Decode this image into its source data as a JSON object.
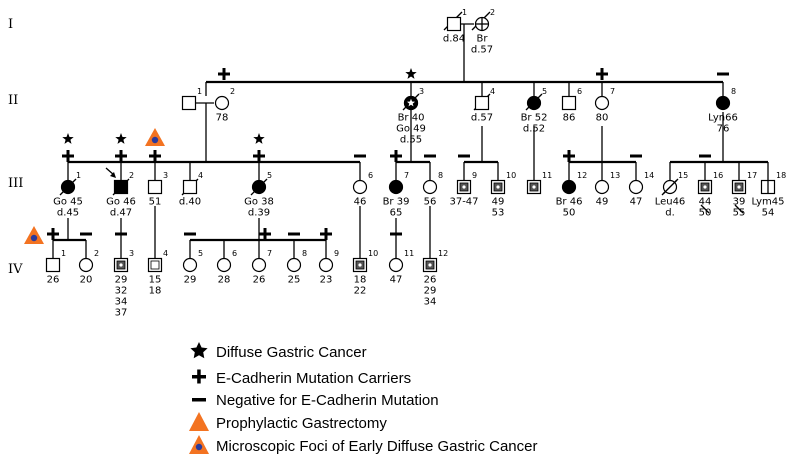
{
  "generations": [
    "I",
    "II",
    "III",
    "IV"
  ],
  "individuals": {
    "I": [
      {
        "id": "I-1",
        "num": "1",
        "sex": "M",
        "labels": [
          "d.84"
        ]
      },
      {
        "id": "I-2",
        "num": "2",
        "sex": "F",
        "labels": [
          "Br",
          "d.57"
        ]
      }
    ],
    "II": [
      {
        "id": "II-1",
        "num": "1",
        "sex": "M",
        "labels": []
      },
      {
        "id": "II-2",
        "num": "2",
        "sex": "F",
        "labels": [
          "78"
        ]
      },
      {
        "id": "II-3",
        "num": "3",
        "sex": "F",
        "labels": [
          "Br 40",
          "Go 49",
          "d.55"
        ]
      },
      {
        "id": "II-4",
        "num": "4",
        "sex": "M",
        "labels": [
          "d.57"
        ]
      },
      {
        "id": "II-5",
        "num": "5",
        "sex": "F",
        "labels": [
          "Br 52",
          "d.52"
        ]
      },
      {
        "id": "II-6",
        "num": "6",
        "sex": "M",
        "labels": [
          "86"
        ]
      },
      {
        "id": "II-7",
        "num": "7",
        "sex": "F",
        "labels": [
          "80"
        ]
      },
      {
        "id": "II-8",
        "num": "8",
        "sex": "F",
        "labels": [
          "Lyn66",
          "76"
        ]
      }
    ],
    "III": [
      {
        "id": "III-1",
        "num": "1",
        "sex": "F",
        "labels": [
          "Go 45",
          "d.45"
        ]
      },
      {
        "id": "III-2",
        "num": "2",
        "sex": "M",
        "labels": [
          "Go 46",
          "d.47"
        ]
      },
      {
        "id": "III-3",
        "num": "3",
        "sex": "M",
        "labels": [
          "51"
        ]
      },
      {
        "id": "III-4",
        "num": "4",
        "sex": "M",
        "labels": [
          "d.40"
        ]
      },
      {
        "id": "III-5",
        "num": "5",
        "sex": "F",
        "labels": [
          "Go 38",
          "d.39"
        ]
      },
      {
        "id": "III-6",
        "num": "6",
        "sex": "F",
        "labels": [
          "46"
        ]
      },
      {
        "id": "III-7",
        "num": "7",
        "sex": "F",
        "labels": [
          "Br 39",
          "65"
        ]
      },
      {
        "id": "III-8",
        "num": "8",
        "sex": "F",
        "labels": [
          "56"
        ]
      },
      {
        "id": "III-9",
        "num": "9",
        "sex": "?",
        "labels": [
          "37-47"
        ]
      },
      {
        "id": "III-10",
        "num": "10",
        "sex": "?",
        "labels": [
          "49",
          "53"
        ]
      },
      {
        "id": "III-11",
        "num": "11",
        "sex": "?",
        "labels": []
      },
      {
        "id": "III-12",
        "num": "12",
        "sex": "F",
        "labels": [
          "Br 46",
          "50"
        ]
      },
      {
        "id": "III-13",
        "num": "13",
        "sex": "F",
        "labels": [
          "49"
        ]
      },
      {
        "id": "III-14",
        "num": "14",
        "sex": "F",
        "labels": [
          "47"
        ]
      },
      {
        "id": "III-15",
        "num": "15",
        "sex": "F",
        "labels": [
          "Leu46",
          "d."
        ]
      },
      {
        "id": "III-16",
        "num": "16",
        "sex": "?",
        "labels": [
          "44",
          "50"
        ]
      },
      {
        "id": "III-17",
        "num": "17",
        "sex": "?",
        "labels": [
          "39",
          "55"
        ]
      },
      {
        "id": "III-18",
        "num": "18",
        "sex": "M",
        "labels": [
          "Lym45",
          "54"
        ]
      }
    ],
    "IV": [
      {
        "id": "IV-1",
        "num": "1",
        "sex": "M",
        "labels": [
          "26"
        ]
      },
      {
        "id": "IV-2",
        "num": "2",
        "sex": "F",
        "labels": [
          "20"
        ]
      },
      {
        "id": "IV-3",
        "num": "3",
        "sex": "?",
        "labels": [
          "29",
          "32",
          "34",
          "37"
        ]
      },
      {
        "id": "IV-4",
        "num": "4",
        "sex": "?",
        "labels": [
          "15",
          "18"
        ]
      },
      {
        "id": "IV-5",
        "num": "5",
        "sex": "F",
        "labels": [
          "29"
        ]
      },
      {
        "id": "IV-6",
        "num": "6",
        "sex": "F",
        "labels": [
          "28"
        ]
      },
      {
        "id": "IV-7",
        "num": "7",
        "sex": "F",
        "labels": [
          "26"
        ]
      },
      {
        "id": "IV-8",
        "num": "8",
        "sex": "F",
        "labels": [
          "25"
        ]
      },
      {
        "id": "IV-9",
        "num": "9",
        "sex": "F",
        "labels": [
          "23"
        ]
      },
      {
        "id": "IV-10",
        "num": "10",
        "sex": "?",
        "labels": [
          "18",
          "22"
        ]
      },
      {
        "id": "IV-11",
        "num": "11",
        "sex": "F",
        "labels": [
          "47"
        ]
      },
      {
        "id": "IV-12",
        "num": "12",
        "sex": "?",
        "labels": [
          "26",
          "29",
          "34"
        ]
      }
    ]
  },
  "legend": [
    {
      "icon": "star-icon",
      "text": "Diffuse Gastric Cancer"
    },
    {
      "icon": "plus-icon",
      "text": "E-Cadherin Mutation Carriers"
    },
    {
      "icon": "minus-icon",
      "text": "Negative for E-Cadherin Mutation"
    },
    {
      "icon": "triangle-icon",
      "text": "Prophylactic Gastrectomy"
    },
    {
      "icon": "triangle-dot-icon",
      "text": "Microscopic Foci of Early Diffuse Gastric Cancer"
    }
  ],
  "colors": {
    "triangle": "#f37321",
    "dot": "#2a3a9c",
    "ink": "#000000"
  }
}
